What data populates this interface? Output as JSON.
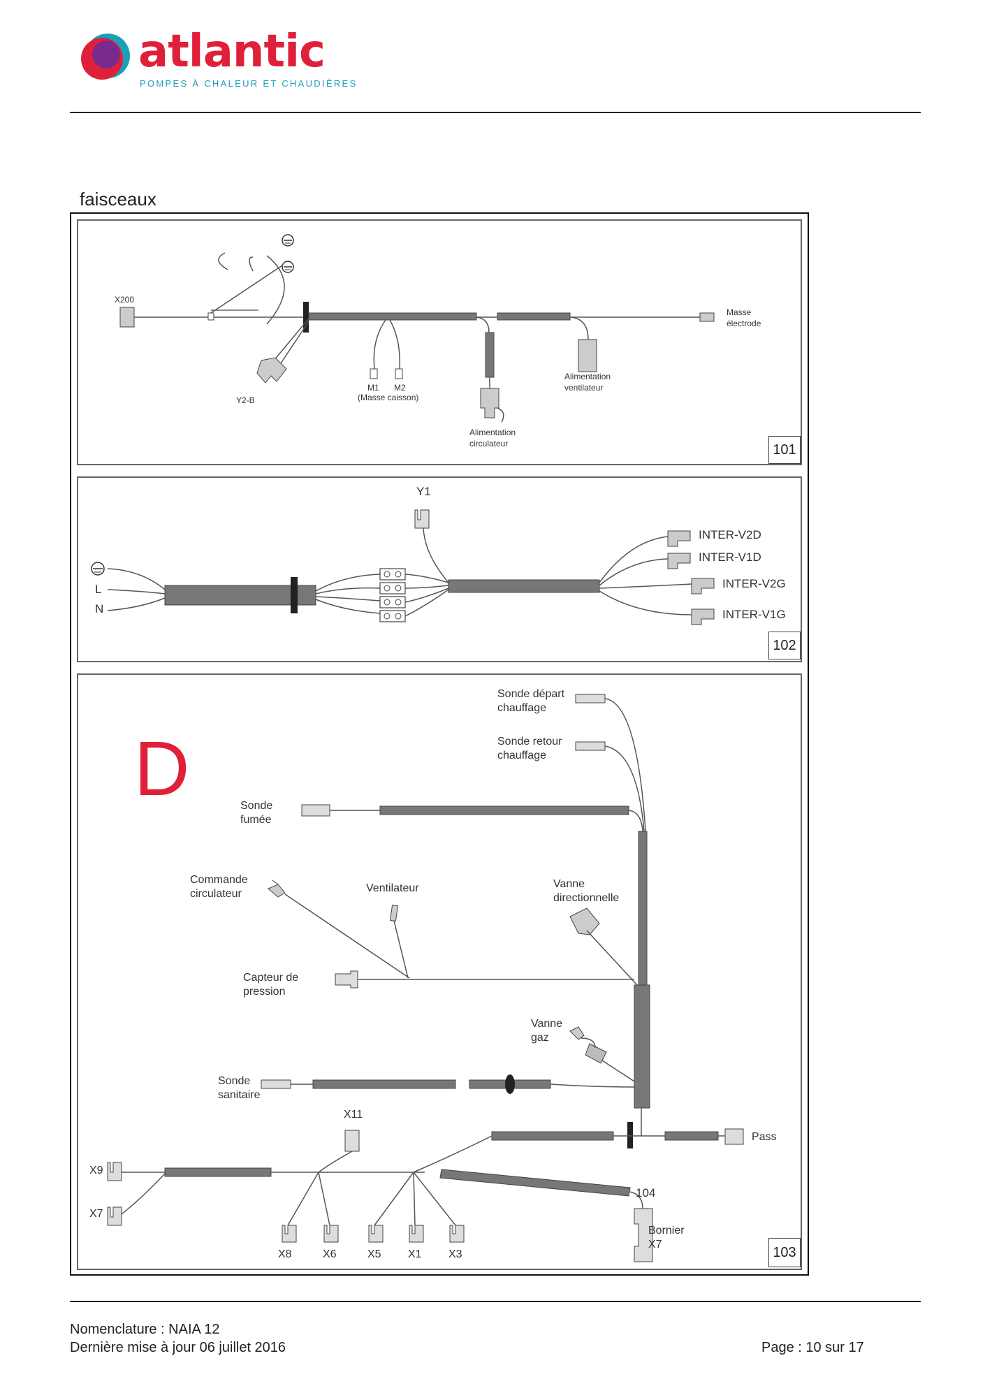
{
  "header": {
    "logo_word": "atlantic",
    "logo_tagline": "POMPES À CHALEUR ET CHAUDIÈRES",
    "colors": {
      "brand_red": "#e0203a",
      "brand_teal": "#1aa0b8"
    }
  },
  "section_title": "faisceaux",
  "panel_101": {
    "tag": "101",
    "labels": {
      "x200": "X200",
      "y2b": "Y2-B",
      "m1": "M1",
      "m2": "M2",
      "masse_caisson": "(Masse caisson)",
      "alim_circ_1": "Alimentation",
      "alim_circ_2": "circulateur",
      "alim_vent_1": "Alimentation",
      "alim_vent_2": "ventilateur",
      "masse_elec_1": "Masse",
      "masse_elec_2": "électrode"
    }
  },
  "panel_102": {
    "tag": "102",
    "labels": {
      "y1": "Y1",
      "l": "L",
      "n": "N",
      "v2d": "INTER-V2D",
      "v1d": "INTER-V1D",
      "v2g": "INTER-V2G",
      "v1g": "INTER-V1G"
    }
  },
  "panel_103": {
    "tag": "103",
    "big_letter": "D",
    "labels": {
      "sonde_depart_1": "Sonde départ",
      "sonde_depart_2": "chauffage",
      "sonde_retour_1": "Sonde retour",
      "sonde_retour_2": "chauffage",
      "sonde_fumee_1": "Sonde",
      "sonde_fumee_2": "fumée",
      "commande_circ_1": "Commande",
      "commande_circ_2": "circulateur",
      "ventilateur": "Ventilateur",
      "vanne_dir_1": "Vanne",
      "vanne_dir_2": "directionnelle",
      "capteur_1": "Capteur de",
      "capteur_2": "pression",
      "vanne_gaz_1": "Vanne",
      "vanne_gaz_2": "gaz",
      "sonde_sanitaire_1": "Sonde",
      "sonde_sanitaire_2": "sanitaire",
      "x11": "X11",
      "pass": "Pass",
      "x9": "X9",
      "x7": "X7",
      "x8": "X8",
      "x6": "X6",
      "x5": "X5",
      "x1": "X1",
      "x3": "X3",
      "ref_104": "104",
      "bornier_1": "Bornier",
      "bornier_2": "X7"
    }
  },
  "footer": {
    "nomenclature": "Nomenclature : NAIA 12",
    "last_update": "Dernière mise à jour 06 juillet 2016",
    "page": "Page : 10 sur 17"
  }
}
